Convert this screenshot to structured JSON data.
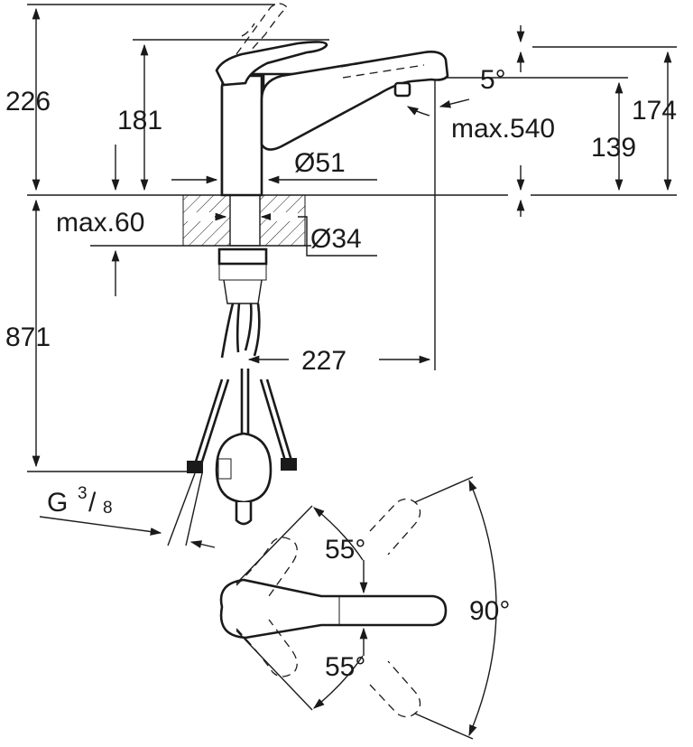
{
  "dimensions": {
    "total_height": "226",
    "spout_height": "181",
    "spout_angle": "5°",
    "pullout": "max.540",
    "height_right": "174",
    "outlet_height": "139",
    "base_diameter": "Ø51",
    "max_mount": "max.60",
    "hole_diameter": "Ø34",
    "hose_length": "871",
    "reach": "227",
    "thread_main": "G",
    "thread_num": "3",
    "thread_den": "8",
    "lever_up": "55°",
    "lever_down": "55°",
    "swivel": "90°"
  },
  "icons": [
    "mixer-tap-side-view",
    "pullout-spray-head",
    "supply-hoses",
    "lever-rotation-top-view"
  ]
}
